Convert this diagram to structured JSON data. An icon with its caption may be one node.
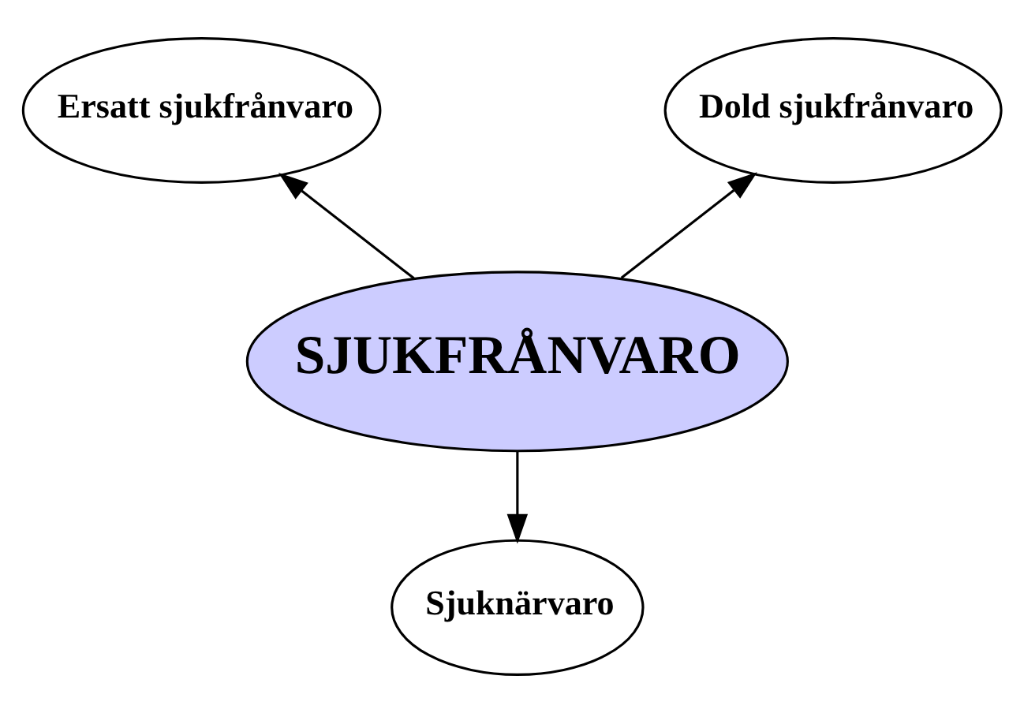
{
  "diagram": {
    "nodes": [
      {
        "text": [
          "Ersatt sjukfrånvaro"
        ]
      },
      {
        "text": [
          "Dold sjukfrånvaro"
        ]
      },
      {
        "text": [
          "SJUKFRÅNVARO"
        ]
      },
      {
        "text": [
          "Sjuknärvaro"
        ]
      }
    ],
    "edges": [
      {
        "from": 2,
        "to": 0,
        "arrow": "to"
      },
      {
        "from": 2,
        "to": 1,
        "arrow": "to"
      },
      {
        "from": 2,
        "to": 3,
        "arrow": "to"
      }
    ]
  }
}
